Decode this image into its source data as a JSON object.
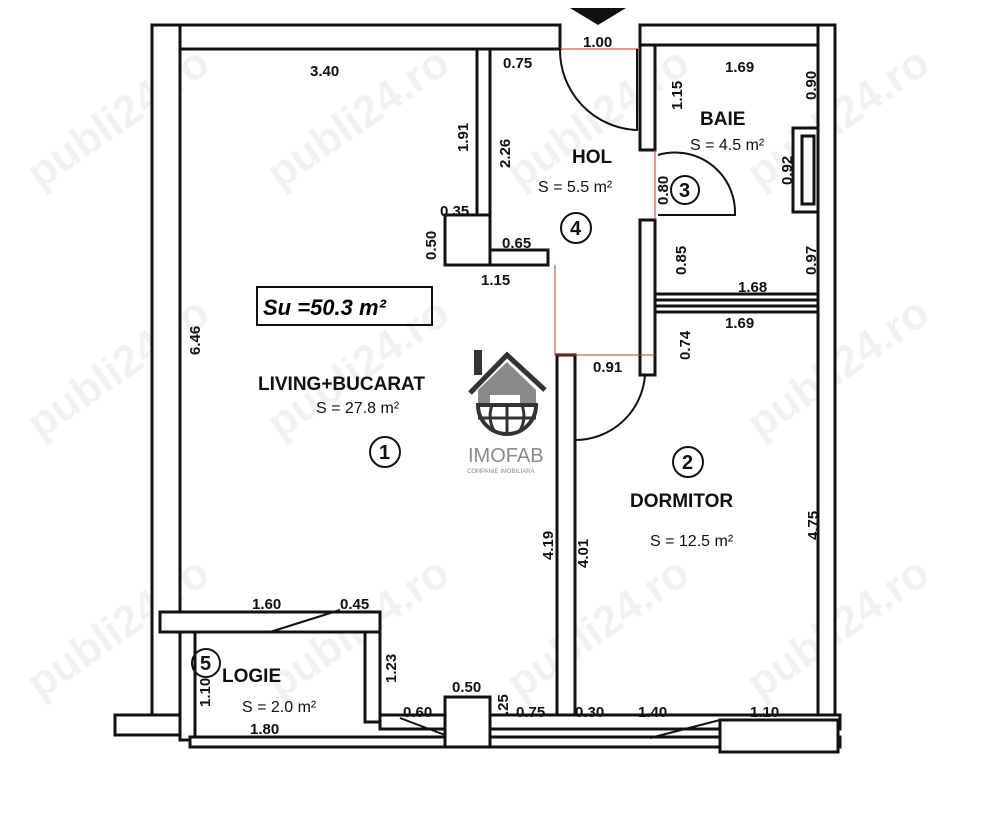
{
  "plan": {
    "total_area_label": "Su =50.3 m²",
    "rooms": [
      {
        "number": "1",
        "name": "LIVING+BUCARAT",
        "area": "S = 27.8 m²"
      },
      {
        "number": "2",
        "name": "DORMITOR",
        "area": "S = 12.5 m²"
      },
      {
        "number": "3",
        "name": "BAIE",
        "area": "S = 4.5 m²"
      },
      {
        "number": "4",
        "name": "HOL",
        "area": "S = 5.5 m²"
      },
      {
        "number": "5",
        "name": "LOGIE",
        "area": "S = 2.0 m²"
      }
    ],
    "dimensions": [
      "3.40",
      "1.00",
      "0.75",
      "1.69",
      "1.15",
      "0.90",
      "1.91",
      "2.26",
      "0.92",
      "0.80",
      "0.35",
      "0.50",
      "0.65",
      "0.85",
      "0.97",
      "1.15",
      "1.68",
      "1.69",
      "0.74",
      "6.46",
      "0.91",
      "4.19",
      "4.01",
      "4.75",
      "1.60",
      "0.45",
      "1.23",
      "1.10",
      "1.80",
      "0.50",
      "0.60",
      ".25",
      "0.75",
      "0.30",
      "1.40",
      "1.10"
    ]
  },
  "logo": {
    "name": "IMOFAB",
    "tagline": "COMPANIE IMOBILIARA",
    "color": "#8a8a8a"
  },
  "watermark": "publi24.ro"
}
